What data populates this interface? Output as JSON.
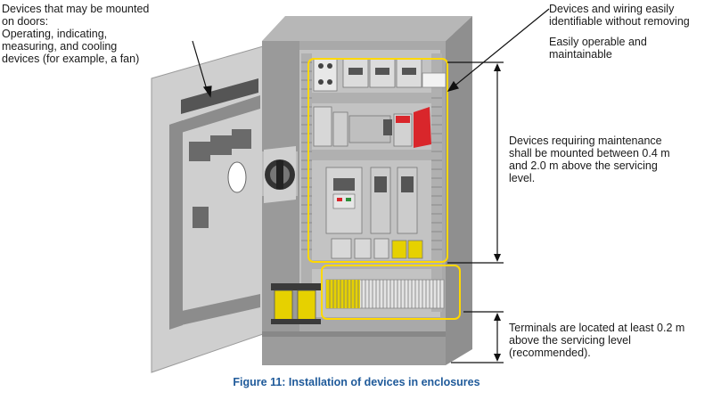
{
  "annotations": {
    "doors": "Devices that may be mounted\non doors:\nOperating, indicating,\nmeasuring, and cooling\ndevices (for example, a fan)",
    "wiring": "Devices and wiring easily\nidentifiable without removing",
    "operable": "Easily operable and\nmaintainable",
    "maintenance": "Devices requiring maintenance\nshall be mounted between 0.4 m\nand 2.0 m above the servicing\nlevel.",
    "terminals": "Terminals are located at least 0.2 m\nabove the servicing level\n(recommended)."
  },
  "caption": "Figure 11: Installation of devices in enclosures",
  "colors": {
    "highlight": "#ffd800",
    "red_device": "#d9262b",
    "terminal_yellow": "#e6d100",
    "caption": "#1f5a9a"
  }
}
